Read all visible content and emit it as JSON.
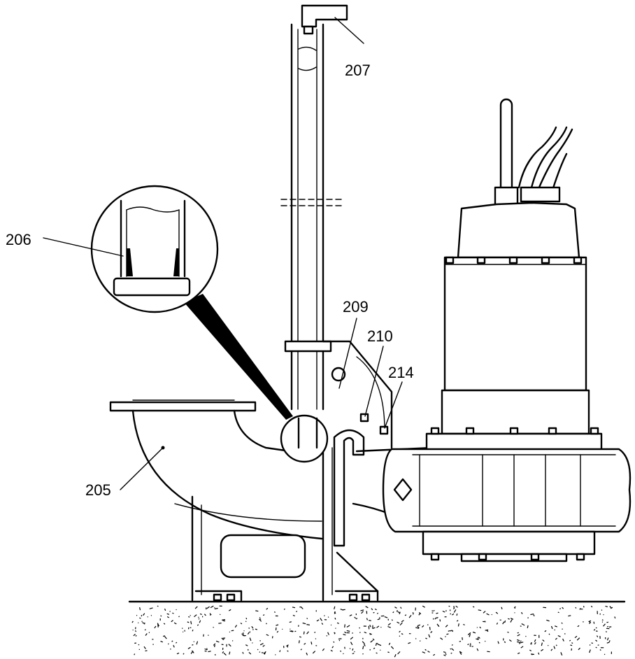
{
  "callouts": {
    "c205": "205",
    "c206": "206",
    "c207": "207",
    "c209": "209",
    "c210": "210",
    "c214": "214"
  },
  "colors": {
    "line": "#000000",
    "background": "#ffffff"
  }
}
